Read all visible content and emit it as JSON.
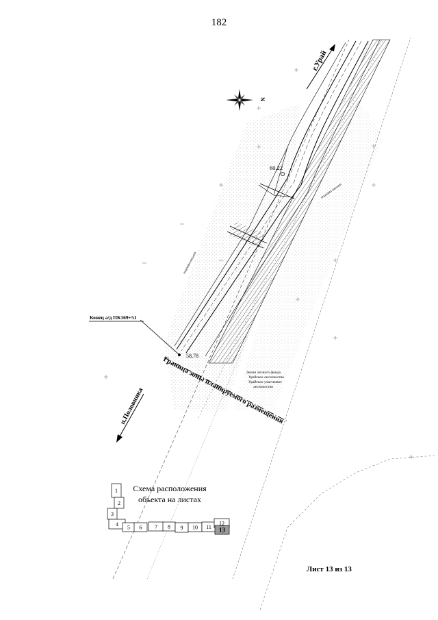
{
  "page_number": "182",
  "north_label": "N",
  "labels": {
    "to_city": "г.Урай",
    "to_settlement": "п.Половинка",
    "elevation_top": "60,22",
    "elevation_bottom": "58,78",
    "end_of_road": "Конец а/д ПК169+51",
    "zone_boundary": "Граница зоны планируемого размещения",
    "land_note_1": "Земли лесного фонда",
    "land_note_2": "Урайское лесничество",
    "land_note_3": "Урайское участковое",
    "land_note_4": "лесничество",
    "embankment_left": "подошва насыпи",
    "embankment_right": "подошва насыпи"
  },
  "scheme": {
    "title_line1": "Схема расположения",
    "title_line2": "объекта на листах",
    "sheets": [
      "1",
      "2",
      "3",
      "4",
      "5",
      "6",
      "7",
      "8",
      "9",
      "10",
      "11",
      "12",
      "13"
    ],
    "current_sheet": "13"
  },
  "sheet_label": "Лист 13 из 13",
  "colors": {
    "ink": "#000000",
    "highlight": "#9a9a9a",
    "dots": "#8a8a8a"
  }
}
